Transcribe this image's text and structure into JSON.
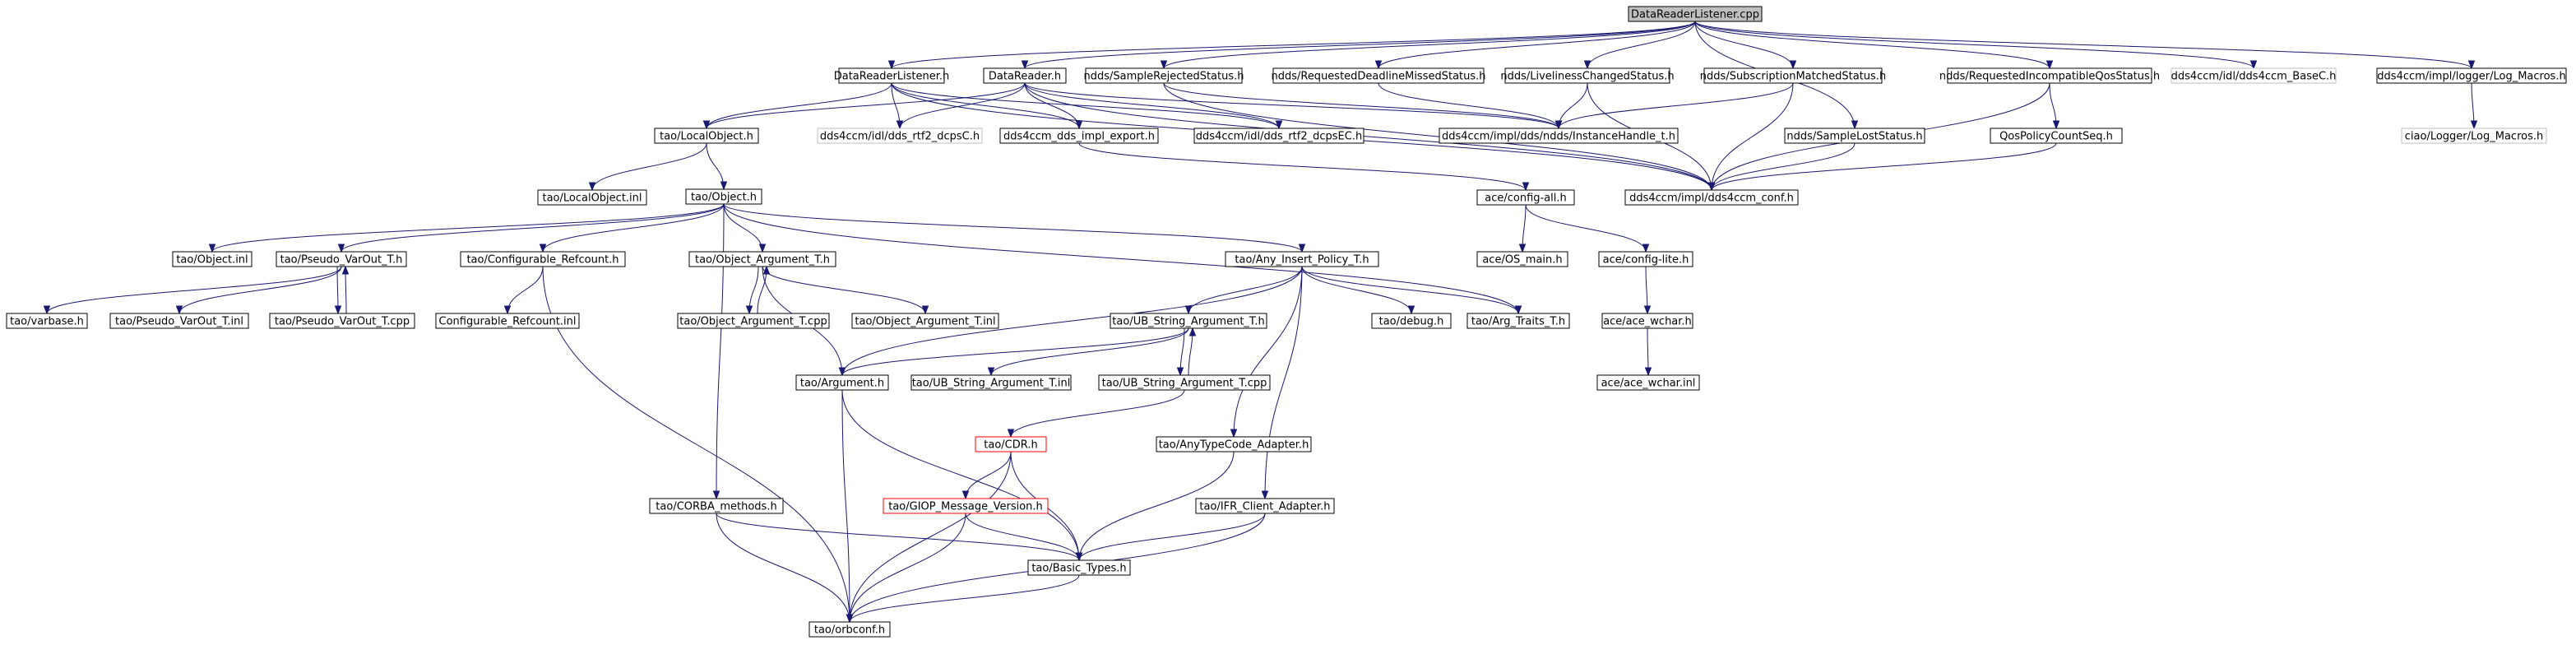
{
  "diagram": {
    "colors": {
      "edge": "#191970",
      "node_border": "#000000",
      "root_fill": "#bfbfbf",
      "red_border": "#ff0000",
      "gray_border": "#bfbfbf"
    },
    "nodes": {
      "n0": {
        "label": "DataReaderListener.cpp",
        "style": "root"
      },
      "n1": {
        "label": "DataReaderListener.h"
      },
      "n2": {
        "label": "DataReader.h"
      },
      "n3": {
        "label": "ndds/SampleRejectedStatus.h"
      },
      "n4": {
        "label": "ndds/RequestedDeadlineMissedStatus.h"
      },
      "n5": {
        "label": "ndds/LivelinessChangedStatus.h"
      },
      "n6": {
        "label": "ndds/SubscriptionMatchedStatus.h"
      },
      "n7": {
        "label": "ndds/RequestedIncompatibleQosStatus.h"
      },
      "n8": {
        "label": "dds4ccm/idl/dds4ccm_BaseC.h",
        "style": "gray"
      },
      "n9": {
        "label": "dds4ccm/impl/logger/Log_Macros.h"
      },
      "n10": {
        "label": "tao/LocalObject.h"
      },
      "n11": {
        "label": "dds4ccm/idl/dds_rtf2_dcpsC.h",
        "style": "gray"
      },
      "n12": {
        "label": "dds4ccm_dds_impl_export.h"
      },
      "n13": {
        "label": "dds4ccm/idl/dds_rtf2_dcpsEC.h"
      },
      "n14": {
        "label": "dds4ccm/impl/dds/ndds/InstanceHandle_t.h"
      },
      "n15": {
        "label": "ndds/SampleLostStatus.h"
      },
      "n16": {
        "label": "QosPolicyCountSeq.h"
      },
      "n17": {
        "label": "ciao/Logger/Log_Macros.h",
        "style": "gray"
      },
      "n18": {
        "label": "tao/LocalObject.inl"
      },
      "n19": {
        "label": "tao/Object.h"
      },
      "n20": {
        "label": "ace/config-all.h"
      },
      "n21": {
        "label": "dds4ccm/impl/dds4ccm_conf.h"
      },
      "n22": {
        "label": "tao/Object.inl"
      },
      "n23": {
        "label": "tao/Pseudo_VarOut_T.h"
      },
      "n24": {
        "label": "tao/Configurable_Refcount.h"
      },
      "n25": {
        "label": "tao/Object_Argument_T.h"
      },
      "n26": {
        "label": "tao/Any_Insert_Policy_T.h"
      },
      "n27": {
        "label": "ace/OS_main.h"
      },
      "n28": {
        "label": "ace/config-lite.h"
      },
      "n29": {
        "label": "tao/varbase.h"
      },
      "n30": {
        "label": "tao/Pseudo_VarOut_T.inl"
      },
      "n31": {
        "label": "tao/Pseudo_VarOut_T.cpp"
      },
      "n32": {
        "label": "Configurable_Refcount.inl"
      },
      "n33": {
        "label": "tao/Object_Argument_T.cpp"
      },
      "n34": {
        "label": "tao/Object_Argument_T.inl"
      },
      "n35": {
        "label": "tao/UB_String_Argument_T.h"
      },
      "n36": {
        "label": "tao/debug.h"
      },
      "n37": {
        "label": "tao/Arg_Traits_T.h"
      },
      "n38": {
        "label": "ace/ace_wchar.h"
      },
      "n39": {
        "label": "tao/Argument.h"
      },
      "n40": {
        "label": "tao/UB_String_Argument_T.inl"
      },
      "n41": {
        "label": "tao/UB_String_Argument_T.cpp"
      },
      "n42": {
        "label": "ace/ace_wchar.inl"
      },
      "n43": {
        "label": "tao/CDR.h",
        "style": "red"
      },
      "n44": {
        "label": "tao/AnyTypeCode_Adapter.h"
      },
      "n45": {
        "label": "tao/GIOP_Message_Version.h",
        "style": "red"
      },
      "n46": {
        "label": "tao/CORBA_methods.h"
      },
      "n47": {
        "label": "tao/IFR_Client_Adapter.h"
      },
      "n48": {
        "label": "tao/Basic_Types.h"
      },
      "n49": {
        "label": "tao/orbconf.h"
      }
    },
    "edges": [
      [
        "n0",
        "n1"
      ],
      [
        "n0",
        "n2"
      ],
      [
        "n0",
        "n3"
      ],
      [
        "n0",
        "n4"
      ],
      [
        "n0",
        "n5"
      ],
      [
        "n0",
        "n6"
      ],
      [
        "n0",
        "n15"
      ],
      [
        "n0",
        "n7"
      ],
      [
        "n0",
        "n8"
      ],
      [
        "n0",
        "n9"
      ],
      [
        "n1",
        "n10"
      ],
      [
        "n1",
        "n11"
      ],
      [
        "n1",
        "n12"
      ],
      [
        "n1",
        "n13"
      ],
      [
        "n1",
        "n21"
      ],
      [
        "n2",
        "n10"
      ],
      [
        "n2",
        "n11"
      ],
      [
        "n2",
        "n12"
      ],
      [
        "n2",
        "n13"
      ],
      [
        "n2",
        "n14"
      ],
      [
        "n2",
        "n21"
      ],
      [
        "n3",
        "n14"
      ],
      [
        "n3",
        "n21"
      ],
      [
        "n4",
        "n14"
      ],
      [
        "n5",
        "n14"
      ],
      [
        "n5",
        "n21"
      ],
      [
        "n6",
        "n14"
      ],
      [
        "n6",
        "n21"
      ],
      [
        "n7",
        "n16"
      ],
      [
        "n7",
        "n21"
      ],
      [
        "n9",
        "n17"
      ],
      [
        "n15",
        "n21"
      ],
      [
        "n16",
        "n21"
      ],
      [
        "n10",
        "n18"
      ],
      [
        "n10",
        "n19"
      ],
      [
        "n12",
        "n20"
      ],
      [
        "n19",
        "n22"
      ],
      [
        "n19",
        "n23"
      ],
      [
        "n19",
        "n24"
      ],
      [
        "n19",
        "n25"
      ],
      [
        "n19",
        "n26"
      ],
      [
        "n19",
        "n46"
      ],
      [
        "n19",
        "n37"
      ],
      [
        "n20",
        "n27"
      ],
      [
        "n20",
        "n28"
      ],
      [
        "n28",
        "n38"
      ],
      [
        "n38",
        "n42"
      ],
      [
        "n23",
        "n29"
      ],
      [
        "n23",
        "n30"
      ],
      [
        "n23",
        "n31"
      ],
      [
        "n31",
        "n23"
      ],
      [
        "n24",
        "n32"
      ],
      [
        "n24",
        "n49"
      ],
      [
        "n25",
        "n33"
      ],
      [
        "n33",
        "n25"
      ],
      [
        "n25",
        "n34"
      ],
      [
        "n25",
        "n39"
      ],
      [
        "n26",
        "n39"
      ],
      [
        "n26",
        "n35"
      ],
      [
        "n26",
        "n36"
      ],
      [
        "n26",
        "n37"
      ],
      [
        "n26",
        "n44"
      ],
      [
        "n26",
        "n47"
      ],
      [
        "n35",
        "n39"
      ],
      [
        "n35",
        "n40"
      ],
      [
        "n35",
        "n41"
      ],
      [
        "n41",
        "n35"
      ],
      [
        "n41",
        "n43"
      ],
      [
        "n39",
        "n48"
      ],
      [
        "n39",
        "n49"
      ],
      [
        "n43",
        "n45"
      ],
      [
        "n43",
        "n48"
      ],
      [
        "n43",
        "n49"
      ],
      [
        "n45",
        "n48"
      ],
      [
        "n45",
        "n49"
      ],
      [
        "n44",
        "n48"
      ],
      [
        "n47",
        "n48"
      ],
      [
        "n47",
        "n49"
      ],
      [
        "n46",
        "n48"
      ],
      [
        "n46",
        "n49"
      ],
      [
        "n48",
        "n49"
      ]
    ]
  }
}
